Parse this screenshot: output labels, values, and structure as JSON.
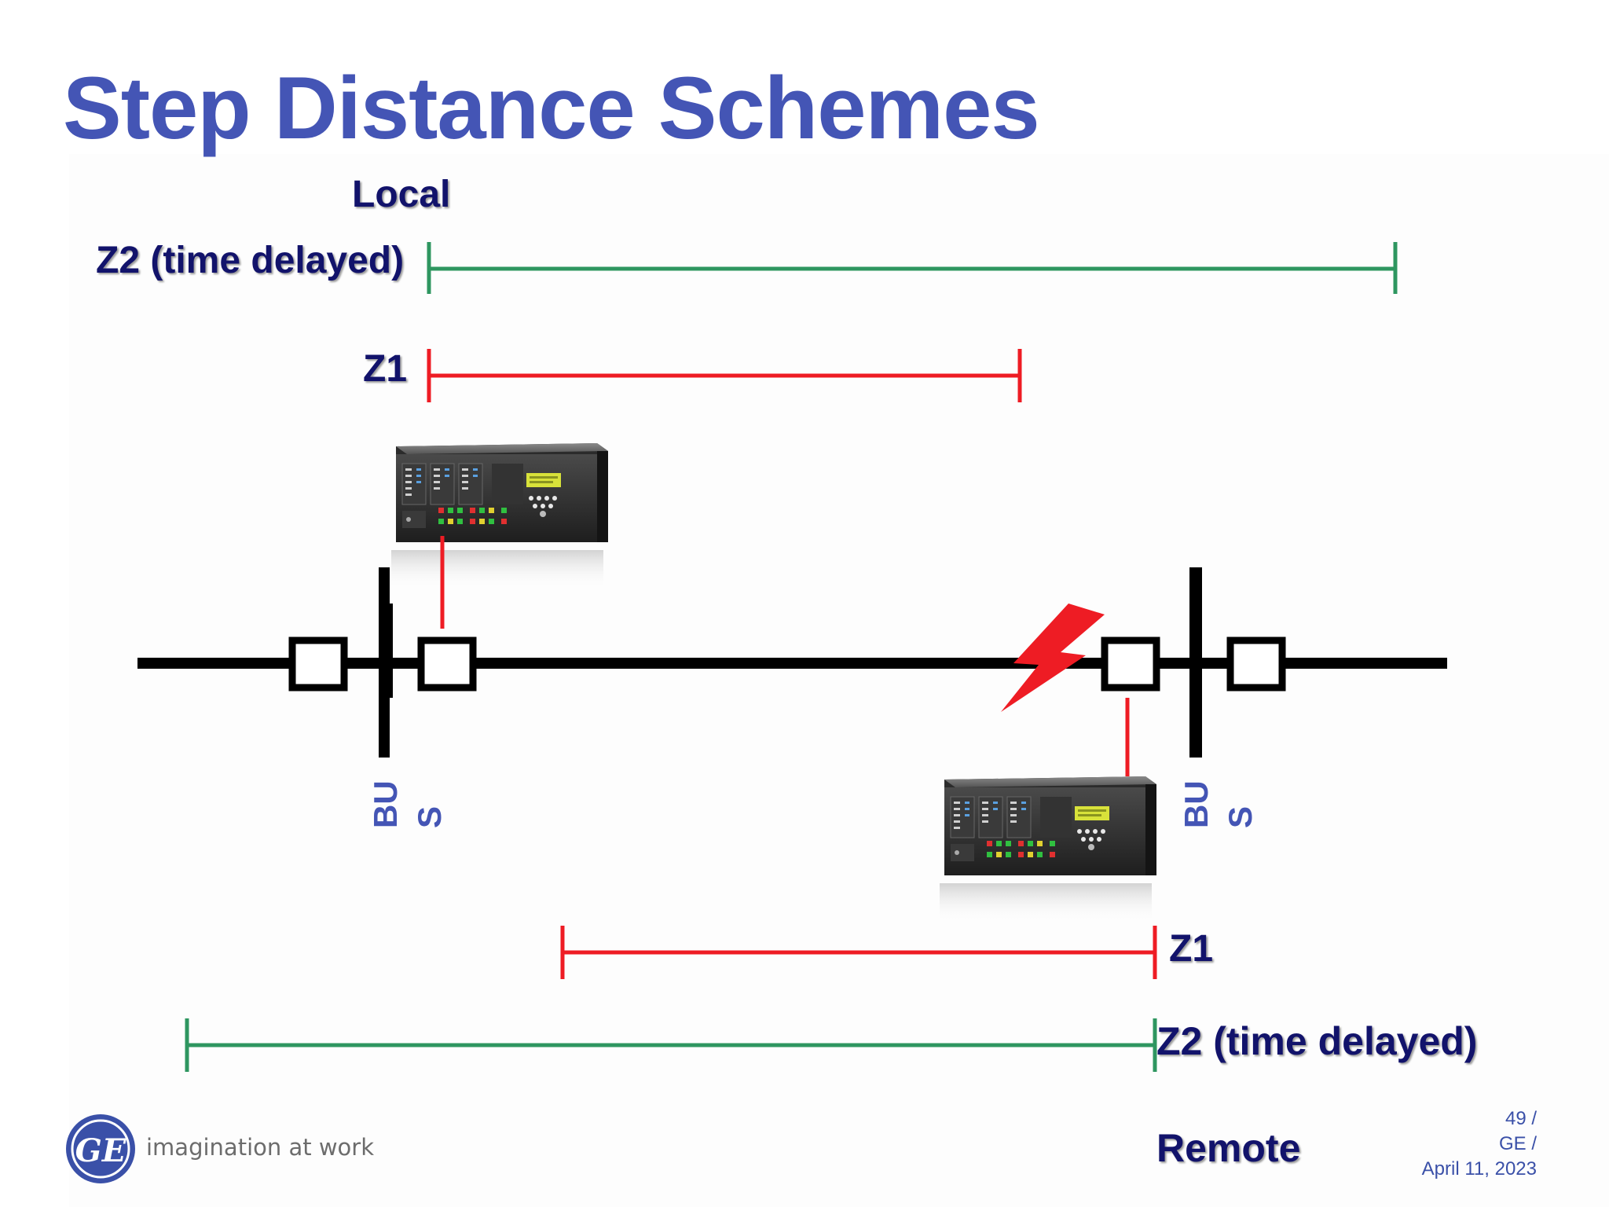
{
  "title": "Step Distance Schemes",
  "local_label": "Local",
  "remote_label": "Remote",
  "zones": {
    "local_z2": "Z2 (time delayed)",
    "local_z1": "Z1",
    "remote_z1": "Z1",
    "remote_z2": "Z2 (time delayed)"
  },
  "bus_labels": {
    "left_line1": "BU",
    "left_line2": "S",
    "right_line1": "BU",
    "right_line2": "S"
  },
  "logo": {
    "text": "GE",
    "tagline": "imagination at work"
  },
  "footer": {
    "page": "49 /",
    "company": "GE /",
    "date": "April 11, 2023"
  },
  "colors": {
    "title": "#4455b5",
    "label": "#12136b",
    "zone1": "#ee1c24",
    "zone2": "#2e9660",
    "fault": "#ee1c24",
    "line": "#000000"
  }
}
